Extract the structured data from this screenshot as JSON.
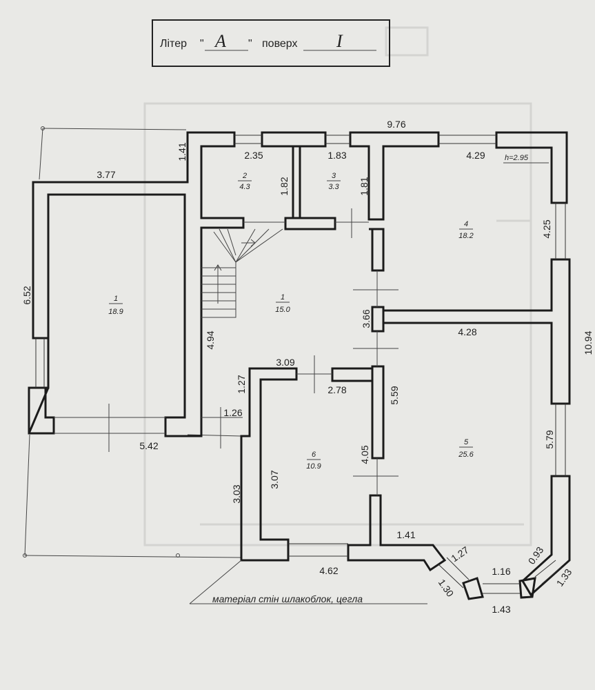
{
  "title": {
    "liter_label": "Літер",
    "liter_value": "А",
    "floor_label": "поверх",
    "floor_value": "I"
  },
  "ceiling_height": "h=2.95",
  "material_note": "матеріал стін шлакоблок, цегла",
  "rooms": [
    {
      "num": "1",
      "area": "15.0"
    },
    {
      "num": "1",
      "area": "18.9"
    },
    {
      "num": "2",
      "area": "4.3"
    },
    {
      "num": "3",
      "area": "3.3"
    },
    {
      "num": "4",
      "area": "18.2"
    },
    {
      "num": "5",
      "area": "25.6"
    },
    {
      "num": "6",
      "area": "10.9"
    }
  ],
  "dimensions": {
    "top_width": "9.76",
    "top_room2": "2.35",
    "top_room3": "1.83",
    "top_room4": "4.29",
    "left_offset_h": "1.41",
    "left_top_w": "3.77",
    "left_height": "6.52",
    "room2_h": "1.82",
    "room3_h": "1.81",
    "room4_h": "4.25",
    "corridor_h": "3.66",
    "stair_h": "4.94",
    "right_height": "10.94",
    "room5_w": "4.28",
    "room6_top_w": "3.09",
    "room6_inner_w": "2.78",
    "seg_1_27": "1.27",
    "seg_1_26": "1.26",
    "room1_bottom_w": "5.42",
    "room5_h": "5.59",
    "room5_right_h": "5.79",
    "room6_side_h": "4.05",
    "room6_h": "3.07",
    "lower_left_h": "3.03",
    "room6_bottom_w": "4.62",
    "bay_1_41": "1.41",
    "bay_1_27": "1.27",
    "bay_1_16": "1.16",
    "bay_0_93": "0.93",
    "bay_1_30": "1.30",
    "bay_1_43": "1.43",
    "bay_1_33": "1.33"
  }
}
